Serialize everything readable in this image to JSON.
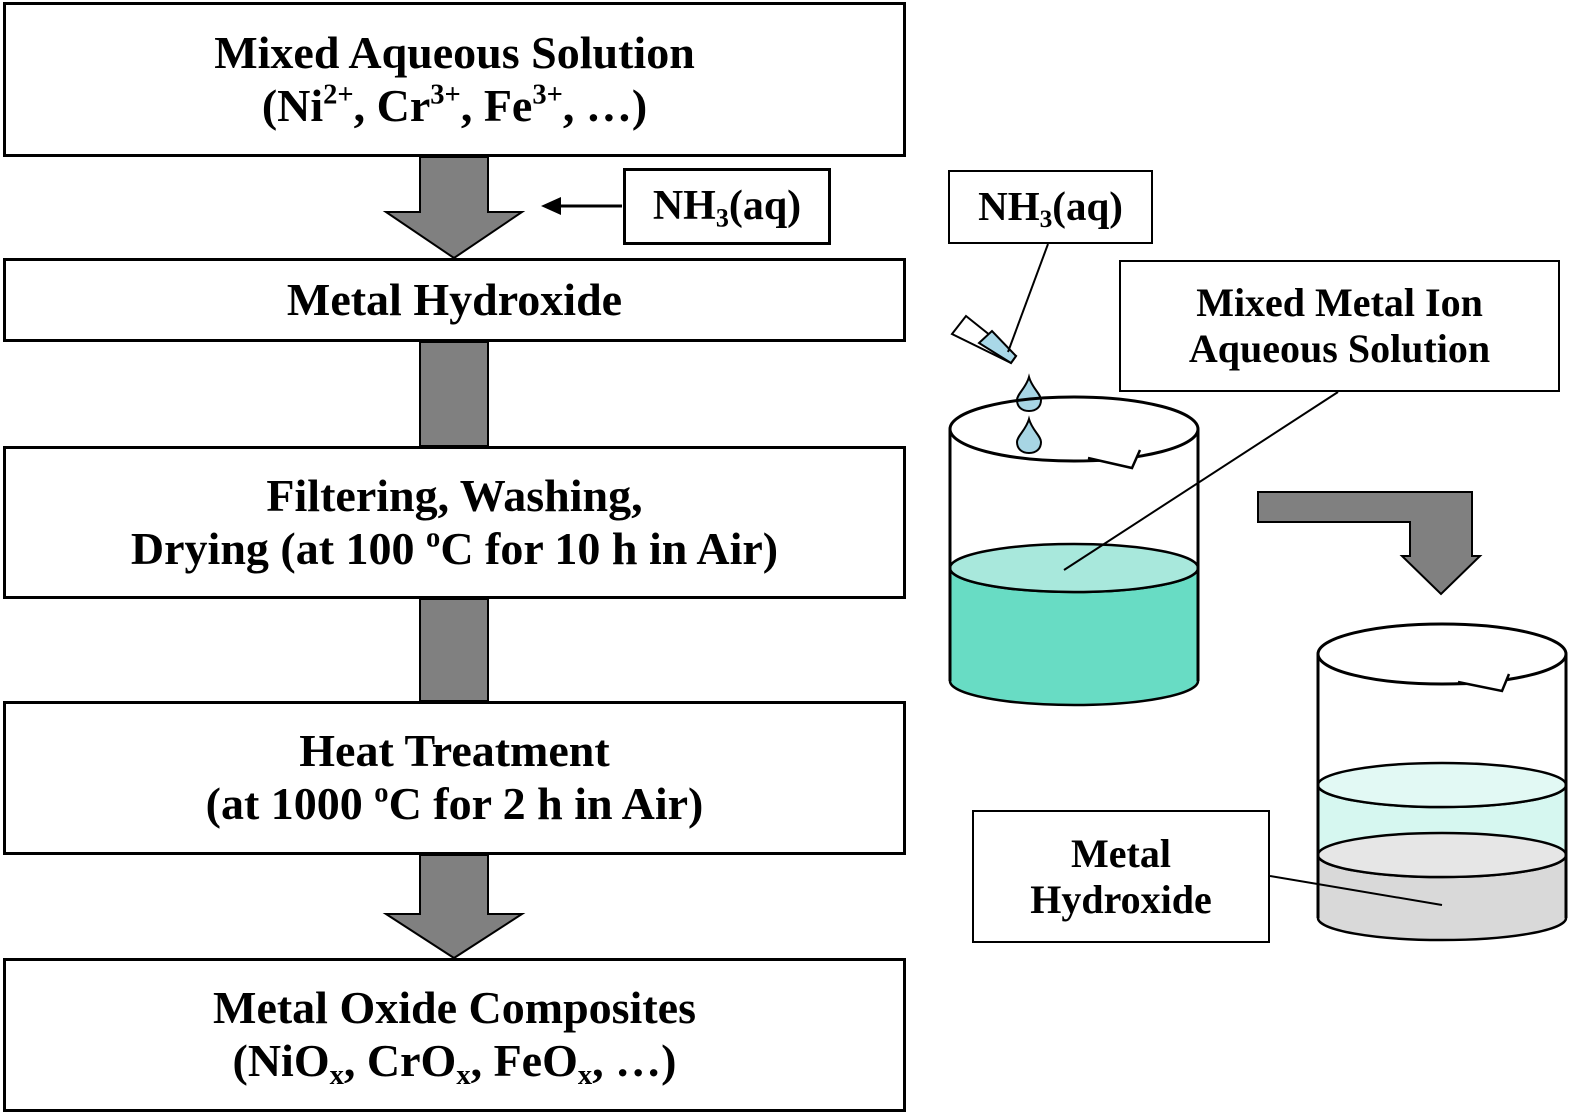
{
  "flow": {
    "step1": {
      "line1": "Mixed Aqueous Solution",
      "line2_parts": [
        "(Ni",
        "2+",
        ", Cr",
        "3+",
        ", Fe",
        "3+",
        ", …)"
      ]
    },
    "reagent": {
      "parts": [
        "NH",
        "3",
        "(aq)"
      ]
    },
    "step2": {
      "line1": "Metal Hydroxide"
    },
    "step3": {
      "line1": "Filtering, Washing,",
      "line2_parts": [
        "Drying (at 100 ",
        "o",
        "C for 10 h in Air)"
      ]
    },
    "step4": {
      "line1": "Heat Treatment",
      "line2_parts": [
        "(at 1000 ",
        "o",
        "C for 2 h in Air)"
      ]
    },
    "step5": {
      "line1": "Metal Oxide Composites",
      "line2_parts": [
        "(NiO",
        "x",
        ", CrO",
        "x",
        ", FeO",
        "x",
        ", …)"
      ]
    }
  },
  "illustration": {
    "dropper_label": {
      "parts": [
        "NH",
        "3",
        "(aq)"
      ]
    },
    "solution_label": {
      "line1": "Mixed Metal Ion",
      "line2": "Aqueous Solution"
    },
    "hydroxide_label": {
      "line1": "Metal",
      "line2": "Hydroxide"
    }
  },
  "colors": {
    "arrow_fill": "#808080",
    "solution_fill": "#68dcc4",
    "solution_surface": "#a8e8dc",
    "supernatant": "#d6f7f0",
    "precipitate": "#d9d9d9",
    "dropper_liquid": "#a9d8e8",
    "drop_fill": "#a7d5e4"
  }
}
